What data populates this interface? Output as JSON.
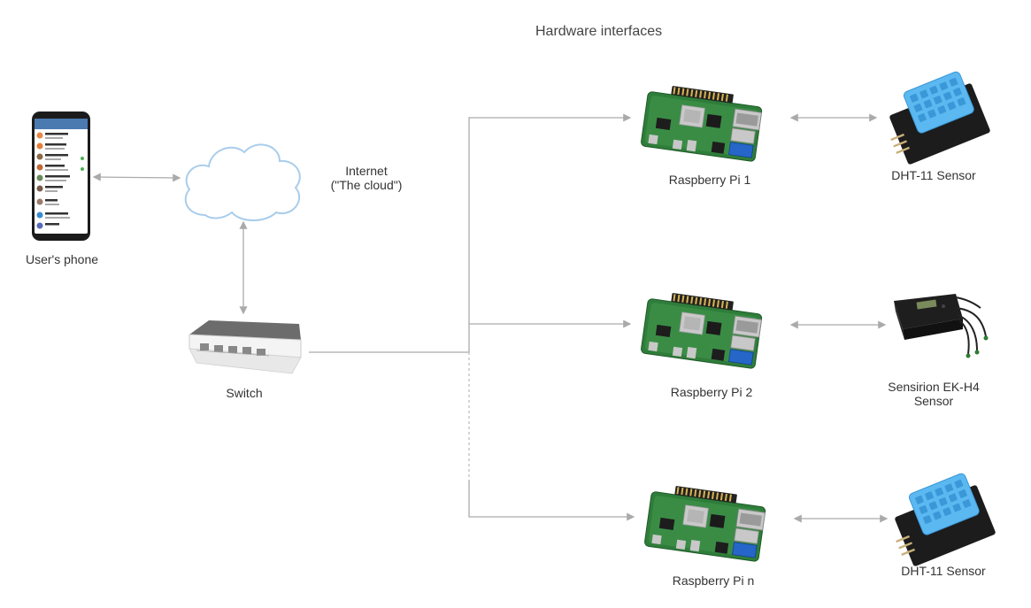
{
  "diagram": {
    "title": "Hardware interfaces",
    "nodes": {
      "phone": {
        "label": "User's phone",
        "icon": "smartphone-icon"
      },
      "cloud": {
        "label_line1": "Internet",
        "label_line2": "(\"The cloud\")",
        "icon": "cloud-icon"
      },
      "switch": {
        "label": "Switch",
        "icon": "network-switch-icon"
      },
      "pi1": {
        "label": "Raspberry Pi 1",
        "icon": "raspberry-pi-icon"
      },
      "pi2": {
        "label": "Raspberry Pi 2",
        "icon": "raspberry-pi-icon"
      },
      "pin": {
        "label": "Raspberry Pi n",
        "icon": "raspberry-pi-icon"
      },
      "sensor1": {
        "label": "DHT-11 Sensor",
        "icon": "dht11-sensor-icon"
      },
      "sensor2": {
        "label_line1": "Sensirion EK-H4",
        "label_line2": "Sensor",
        "icon": "sensirion-sensor-icon"
      },
      "sensor3": {
        "label": "DHT-11 Sensor",
        "icon": "dht11-sensor-icon"
      }
    },
    "colors": {
      "connector": "#aaaaaa",
      "cloud_stroke": "#a9cdeb",
      "sensor_blue": "#5bb8f0",
      "pcb_green": "#2f7d3a"
    }
  }
}
